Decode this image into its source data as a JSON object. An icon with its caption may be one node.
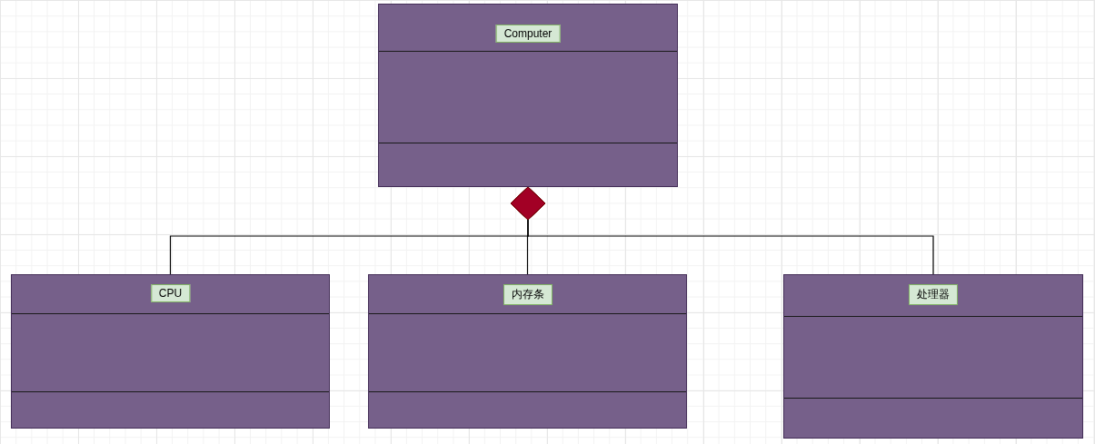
{
  "diagram": {
    "nodes": [
      {
        "text": [
          "Computer"
        ]
      },
      {
        "text": [
          "CPU"
        ]
      },
      {
        "text": [
          "内存条"
        ]
      },
      {
        "text": [
          "处理器"
        ]
      }
    ],
    "edges": [
      {
        "from": 0,
        "to": 1,
        "arrow": "other"
      },
      {
        "from": 0,
        "to": 2,
        "arrow": "other"
      },
      {
        "from": 0,
        "to": 3,
        "arrow": "other"
      }
    ]
  }
}
